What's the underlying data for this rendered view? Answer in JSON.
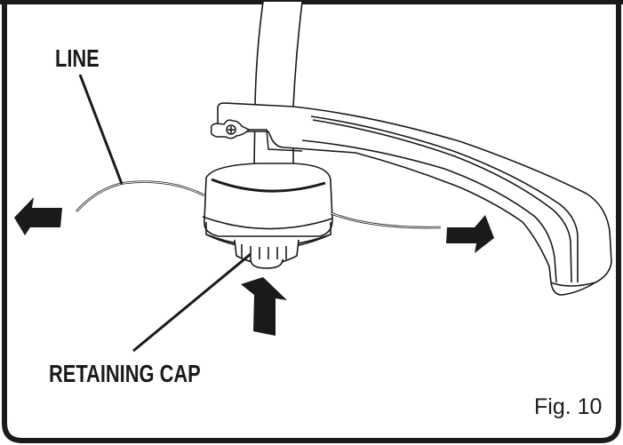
{
  "figure": {
    "caption": "Fig. 10",
    "callouts": {
      "line": "LINE",
      "retaining_cap": "RETAINING CAP"
    },
    "arrows": [
      {
        "name": "pull-line-left-arrow",
        "direction": "left"
      },
      {
        "name": "pull-line-right-arrow",
        "direction": "right"
      },
      {
        "name": "push-cap-up-arrow",
        "direction": "up"
      }
    ],
    "colors": {
      "ink": "#1a1a1a",
      "border": "#1a1a1a",
      "background": "#ffffff"
    }
  }
}
